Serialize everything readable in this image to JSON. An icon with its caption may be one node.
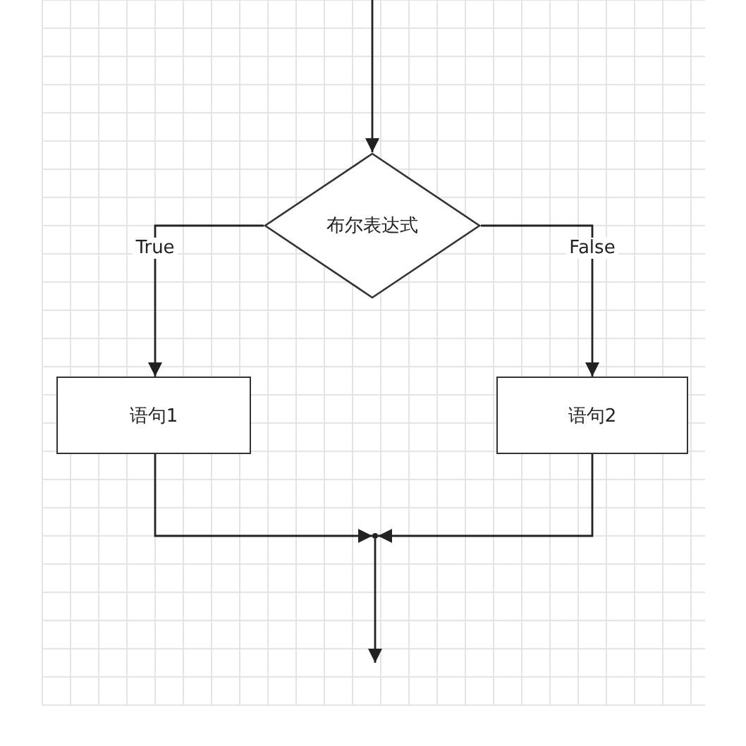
{
  "diagram": {
    "nodes": [
      {
        "text": [
          "布尔表达式"
        ]
      },
      {
        "text": [
          "语句1"
        ]
      },
      {
        "text": [
          "语句2"
        ]
      },
      {
        "text": [],
        "shape": "point"
      }
    ],
    "edges": [
      {
        "from": null,
        "to": 0,
        "arrow": "to"
      },
      {
        "from": 0,
        "to": 1,
        "arrow": "to",
        "label": "True"
      },
      {
        "from": 0,
        "to": 2,
        "arrow": "to",
        "label": "False"
      },
      {
        "from": 1,
        "to": 3,
        "arrow": "to"
      },
      {
        "from": 2,
        "to": 3,
        "arrow": "to"
      },
      {
        "from": 3,
        "to": null,
        "arrow": "to"
      }
    ]
  }
}
